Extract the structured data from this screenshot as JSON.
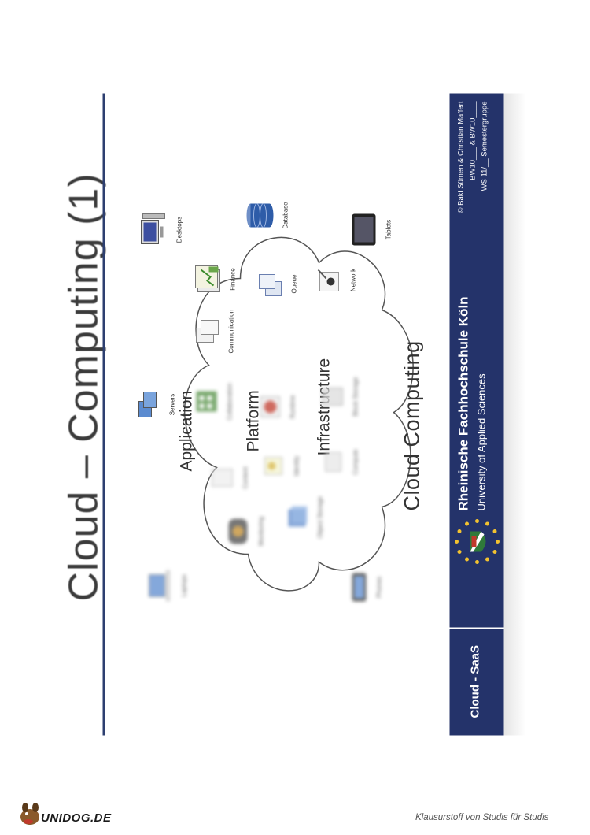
{
  "slide": {
    "title": "Cloud – Computing (1)",
    "cloud_label": "Cloud Computing",
    "layers": {
      "application": "Application",
      "platform": "Platform",
      "infrastructure": "Infrastructure"
    },
    "items": {
      "finance": "Finance",
      "database": "Database",
      "communication": "Communication",
      "queue": "Queue",
      "network": "Network",
      "collaboration": "Collaboration",
      "runtime": "Runtime",
      "storage": "Block Storage",
      "content": "Content",
      "identity": "Identity",
      "compute": "Compute",
      "monitoring": "Monitoring",
      "object_storage": "Object Storage"
    },
    "devices": {
      "desktops": "Desktops",
      "tablets": "Tablets",
      "servers": "Servers",
      "laptops": "Laptops",
      "phones": "Phones"
    },
    "footer": {
      "crumb": "Cloud - SaaS",
      "school_line1": "Rheinische Fachhochschule Köln",
      "school_line2": "University of Applied Sciences",
      "credit_1": "© Baki Sümen & Christian Maffert",
      "credit_2": "BW10___ & BW10____",
      "credit_3": "WS 11/__ Semestergruppe"
    }
  },
  "page": {
    "brand": "UNIDOG.DE",
    "tagline": "Klausurstoff von Studis für Studis"
  },
  "colors": {
    "footer_bg": "#24336a",
    "rule": "#2d3f70"
  }
}
